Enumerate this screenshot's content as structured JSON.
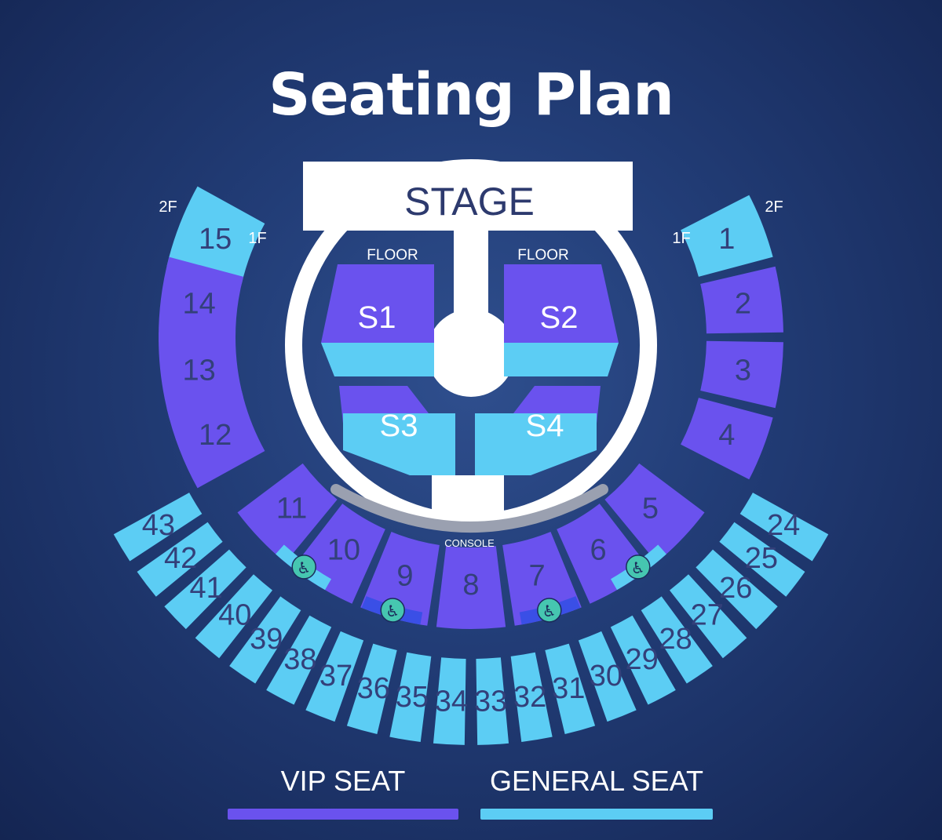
{
  "title": "Seating Plan",
  "stage_label": "STAGE",
  "floor_labels": [
    "FLOOR",
    "FLOOR"
  ],
  "console_label": "CONSOLE",
  "level_labels": {
    "upper": "2F",
    "lower": "1F"
  },
  "floor_sections": [
    {
      "label": "S1",
      "tier": "vip"
    },
    {
      "label": "S2",
      "tier": "vip"
    },
    {
      "label": "S3",
      "tier": "vip"
    },
    {
      "label": "S4",
      "tier": "vip"
    }
  ],
  "sections_1f_left": [
    {
      "label": "15",
      "tier": "general"
    },
    {
      "label": "14",
      "tier": "vip"
    },
    {
      "label": "13",
      "tier": "vip"
    },
    {
      "label": "12",
      "tier": "vip"
    }
  ],
  "sections_1f_right": [
    {
      "label": "1",
      "tier": "general"
    },
    {
      "label": "2",
      "tier": "vip"
    },
    {
      "label": "3",
      "tier": "vip"
    },
    {
      "label": "4",
      "tier": "vip"
    }
  ],
  "sections_1f_bottom": [
    {
      "label": "11",
      "tier": "vip"
    },
    {
      "label": "10",
      "tier": "vip"
    },
    {
      "label": "9",
      "tier": "vip"
    },
    {
      "label": "8",
      "tier": "vip"
    },
    {
      "label": "7",
      "tier": "vip"
    },
    {
      "label": "6",
      "tier": "vip"
    },
    {
      "label": "5",
      "tier": "vip"
    }
  ],
  "sections_2f": [
    "43",
    "42",
    "41",
    "40",
    "39",
    "38",
    "37",
    "36",
    "35",
    "34",
    "33",
    "32",
    "31",
    "30",
    "29",
    "28",
    "27",
    "26",
    "25",
    "24"
  ],
  "wheelchair_icon": "wheelchair-icon",
  "legend": [
    {
      "label": "VIP SEAT",
      "color": "#6a52ee"
    },
    {
      "label": "GENERAL SEAT",
      "color": "#5ccdf4"
    }
  ],
  "colors": {
    "vip": "#6a52ee",
    "general": "#5ccdf4",
    "aisle": "#1c2d5c",
    "stage": "#ffffff",
    "console": "#9aa0b0"
  }
}
